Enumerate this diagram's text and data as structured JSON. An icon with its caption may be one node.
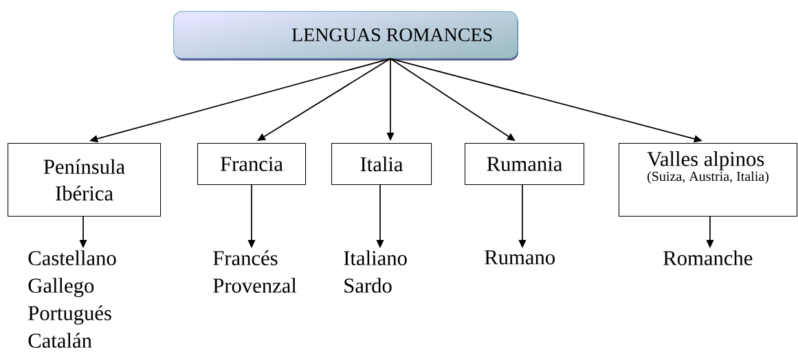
{
  "diagram": {
    "nodes": [
      {
        "text": [
          "LENGUAS ROMANCES"
        ]
      },
      {
        "text": [
          "Península Ibérica"
        ]
      },
      {
        "text": [
          "Francia"
        ]
      },
      {
        "text": [
          "Italia"
        ]
      },
      {
        "text": [
          "Rumania"
        ]
      },
      {
        "text": [
          "Valles alpinos",
          "(Suiza, Austria, Italia)"
        ]
      },
      {
        "text": [
          "Castellano",
          "Gallego",
          "Portugués",
          "Catalán"
        ]
      },
      {
        "text": [
          "Francés",
          "Provenzal"
        ]
      },
      {
        "text": [
          "Italiano",
          "Sardo"
        ]
      },
      {
        "text": [
          "Rumano"
        ]
      },
      {
        "text": [
          "Romanche"
        ]
      }
    ],
    "edges": [
      {
        "from": 0,
        "to": 1,
        "arrow": "to"
      },
      {
        "from": 0,
        "to": 2,
        "arrow": "to"
      },
      {
        "from": 0,
        "to": 3,
        "arrow": "to"
      },
      {
        "from": 0,
        "to": 4,
        "arrow": "to"
      },
      {
        "from": 0,
        "to": 5,
        "arrow": "to"
      },
      {
        "from": 1,
        "to": 6,
        "arrow": "to"
      },
      {
        "from": 2,
        "to": 7,
        "arrow": "to"
      },
      {
        "from": 3,
        "to": 8,
        "arrow": "to"
      },
      {
        "from": 4,
        "to": 9,
        "arrow": "to"
      },
      {
        "from": 5,
        "to": 10,
        "arrow": "to"
      }
    ]
  }
}
